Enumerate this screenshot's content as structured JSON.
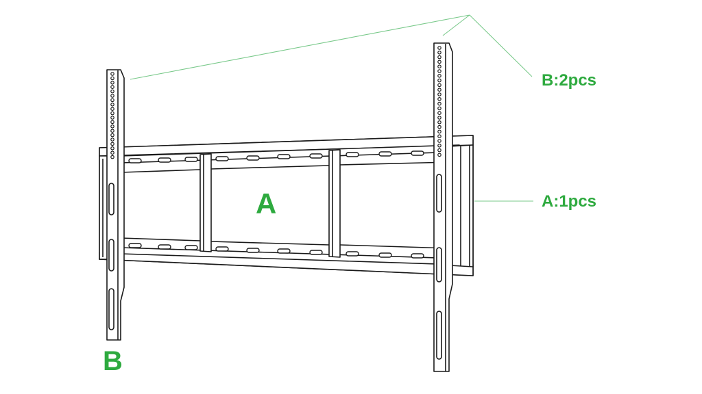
{
  "labels": {
    "frame_letter": "A",
    "arm_letter": "B",
    "arm_callout": "B:2pcs",
    "frame_callout": "A:1pcs"
  },
  "colors": {
    "accent": "#2eaa3f",
    "leader": "#79c98a",
    "line": "#1a1a1a",
    "fill": "#ffffff"
  }
}
